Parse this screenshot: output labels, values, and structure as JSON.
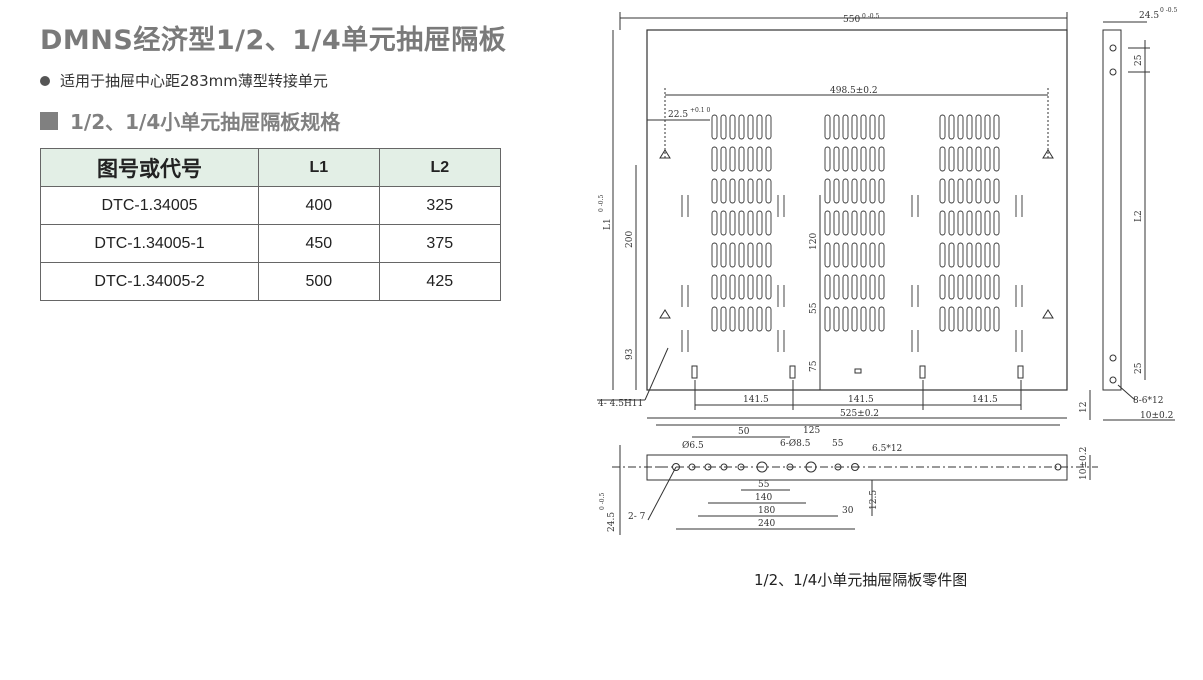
{
  "title": "DMNS经济型1/2、1/4单元抽屉隔板",
  "bullet": "适用于抽屉中心距283mm薄型转接单元",
  "section_title": "1/2、1/4小单元抽屉隔板规格",
  "table": {
    "headers": [
      "图号或代号",
      "L1",
      "L2"
    ],
    "rows": [
      [
        "DTC-1.34005",
        "400",
        "325"
      ],
      [
        "DTC-1.34005-1",
        "450",
        "375"
      ],
      [
        "DTC-1.34005-2",
        "500",
        "425"
      ]
    ]
  },
  "drawing": {
    "dims": {
      "width_550": "550",
      "width_550_tol": "0 -0.5",
      "slot_span": "498.5±0.2",
      "hole_offset": "22.5",
      "hole_offset_tol": "+0.1 0",
      "side_24_5": "24.5",
      "side_24_5_tol": "0 -0.5",
      "d25_top": "25",
      "d25_bottom": "25",
      "L1": "L1",
      "L1_tol": "0 -0.5",
      "L2": "L2",
      "d200": "200",
      "d93": "93",
      "d120": "120",
      "d55v": "55",
      "d75": "75",
      "holes_4": "4- 4.5H11",
      "p141_1": "141.5",
      "p141_2": "141.5",
      "p141_3": "141.5",
      "p525": "525±0.2",
      "p12": "12",
      "holes_8": "8-6*12",
      "p10": "10±0.2",
      "b50": "50",
      "b125": "125",
      "b6_5": "Ø6.5",
      "b6_8_5": "6-Ø8.5",
      "b55a": "55",
      "b6_5x12": "6.5*12",
      "b55b": "55",
      "b140": "140",
      "b180": "180",
      "b30": "30",
      "b240": "240",
      "b12_5": "12.5",
      "b10v": "10±0.2",
      "b2_7": "2- 7",
      "b24_5": "24.5",
      "b24_5_tol": "0 -0.5"
    }
  },
  "caption": "1/2、1/4小单元抽屉隔板零件图"
}
